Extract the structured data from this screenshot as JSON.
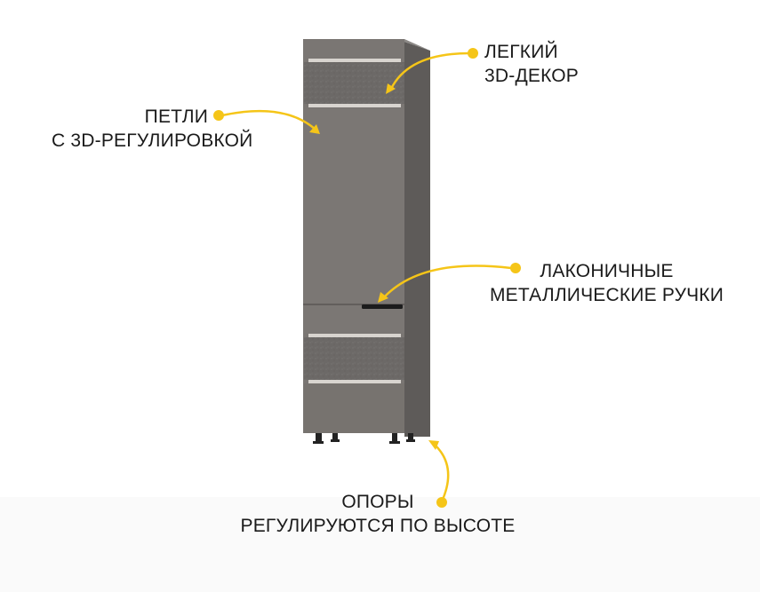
{
  "callouts": {
    "decor": {
      "line1": "ЛЕГКИЙ",
      "line2": "3D-ДЕКОР"
    },
    "hinges": {
      "line1": "ПЕТЛИ",
      "line2": "С 3D-РЕГУЛИРОВКОЙ"
    },
    "handles": {
      "line1": "ЛАКОНИЧНЫЕ",
      "line2": "МЕТАЛЛИЧЕСКИЕ РУЧКИ"
    },
    "legs": {
      "line1": "ОПОРЫ",
      "line2": "РЕГУЛИРУЮТСЯ ПО ВЫСОТЕ"
    }
  },
  "colors": {
    "accent": "#f5c518",
    "cabinet_front": "#7a7673",
    "cabinet_side": "#5e5b59",
    "decor_panel": "#6b6866",
    "trim": "#d8d4cf",
    "handle": "#1c1c1c",
    "text": "#1a1a1a"
  }
}
